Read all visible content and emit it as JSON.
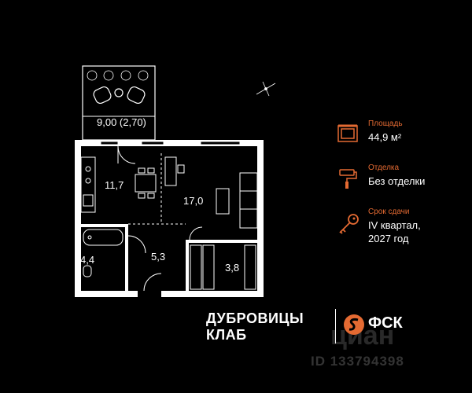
{
  "plan": {
    "balcony_label": "9,00 (2,70)",
    "rooms": [
      {
        "id": "kitchen",
        "area": "11,7"
      },
      {
        "id": "living",
        "area": "17,0"
      },
      {
        "id": "bathroom",
        "area": "4,4"
      },
      {
        "id": "hall",
        "area": "5,3"
      },
      {
        "id": "wardrobe",
        "area": "3,8"
      }
    ]
  },
  "specs": {
    "area": {
      "label": "Площадь",
      "value": "44,9 м²",
      "icon": "floorplan-icon"
    },
    "finish": {
      "label": "Отделка",
      "value": "Без отделки",
      "icon": "paint-roller-icon"
    },
    "delivery": {
      "label": "Срок сдачи",
      "value_line1": "IV квартал,",
      "value_line2": "2027 год",
      "icon": "key-icon"
    }
  },
  "brand": {
    "line1": "ДУБРОВИЦЫ",
    "line2": "КЛАБ",
    "logo_text": "ФСК"
  },
  "watermark": {
    "text": "циан",
    "id": "ID 133794398"
  },
  "colors": {
    "background": "#000000",
    "walls": "#ffffff",
    "accent": "#e46a32"
  }
}
